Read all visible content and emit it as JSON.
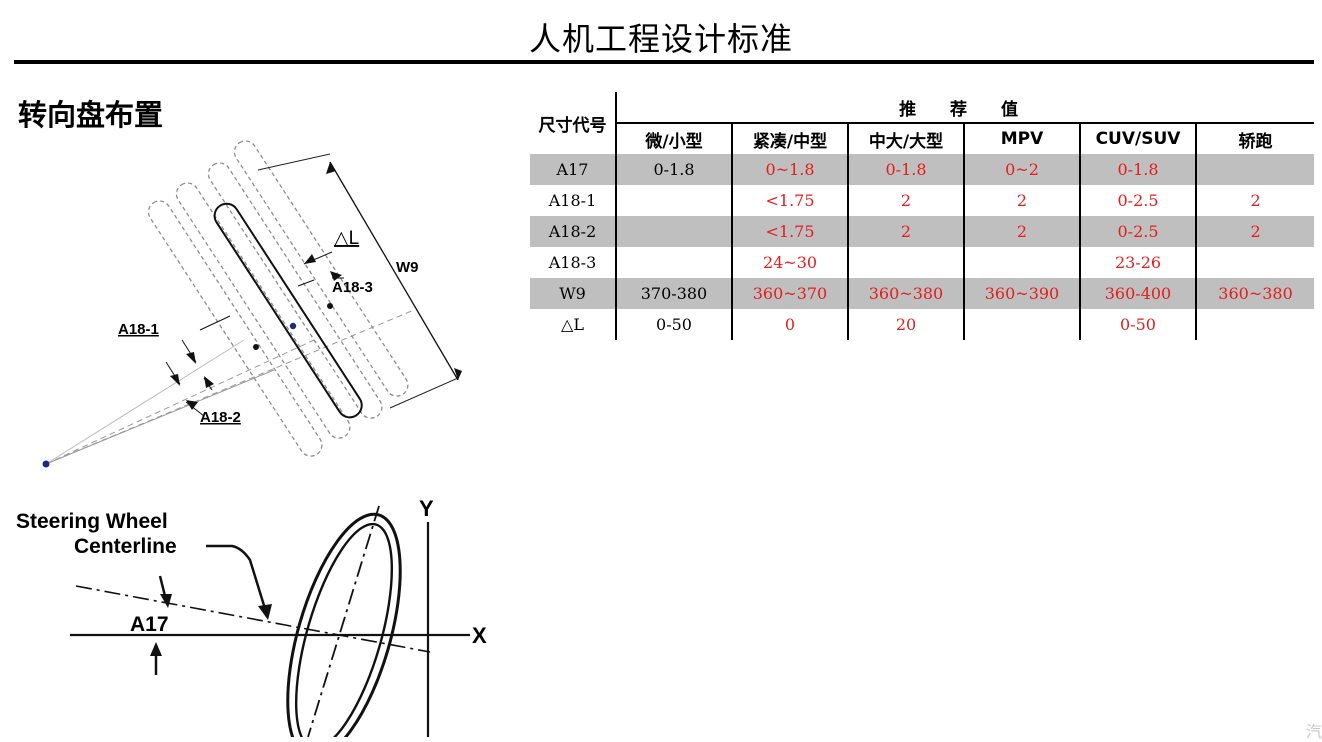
{
  "page": {
    "title": "人机工程设计标准",
    "section_heading": "转向盘布置",
    "corner_mark": "汽"
  },
  "diagram_top": {
    "labels": {
      "a18_1": "A18-1",
      "a18_2": "A18-2",
      "a18_3": "A18-3",
      "delta_l": "△L",
      "w9": "W9"
    }
  },
  "diagram_bottom": {
    "labels": {
      "steering_line1": "Steering Wheel",
      "steering_line2": "Centerline",
      "a17": "A17",
      "x_axis": "X",
      "y_axis": "Y"
    }
  },
  "table": {
    "code_header": "尺寸代号",
    "recommended_header": "推 荐 值",
    "columns": [
      "微/小型",
      "紧凑/中型",
      "中大/大型",
      "MPV",
      "CUV/SUV",
      "轿跑"
    ],
    "rows": [
      {
        "code": "A17",
        "values": [
          "0-1.8",
          "0~1.8",
          "0-1.8",
          "0~2",
          "0-1.8",
          ""
        ]
      },
      {
        "code": "A18-1",
        "values": [
          "",
          "<1.75",
          "2",
          "2",
          "0-2.5",
          "2"
        ]
      },
      {
        "code": "A18-2",
        "values": [
          "",
          "<1.75",
          "2",
          "2",
          "0-2.5",
          "2"
        ]
      },
      {
        "code": "A18-3",
        "values": [
          "",
          "24~30",
          "",
          "",
          "23-26",
          ""
        ]
      },
      {
        "code": "W9",
        "values": [
          "370-380",
          "360~370",
          "360~380",
          "360~390",
          "360-400",
          "360~380"
        ]
      },
      {
        "code": "△L",
        "values": [
          "0-50",
          "0",
          "20",
          "",
          "0-50",
          ""
        ]
      }
    ],
    "colors": {
      "red_text": "#e41d1d",
      "shade": "#bfbfbf"
    }
  }
}
